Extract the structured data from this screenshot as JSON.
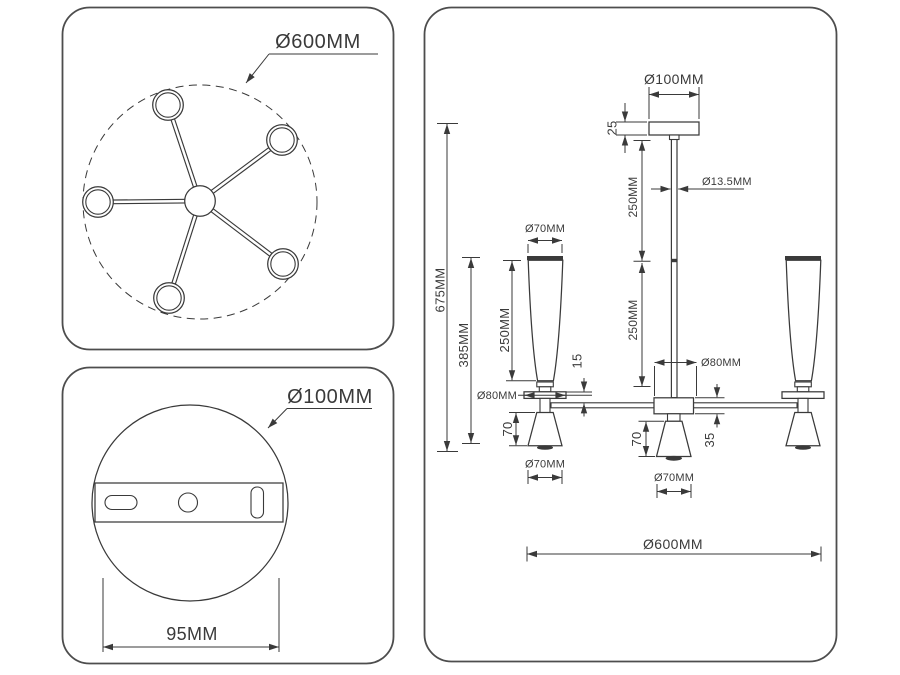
{
  "drawing_title": "Five-arm chandelier dimension drawing",
  "colors": {
    "ink": "#3a3a3a",
    "panel_border": "#4d4d4d",
    "background": "#ffffff"
  },
  "top_view": {
    "diameter_label": "Ø600MM"
  },
  "mount_view": {
    "diameter_label": "Ø100MM",
    "slot_spacing_label": "95MM"
  },
  "side_view": {
    "canopy_diameter": "Ø100MM",
    "canopy_thickness": "25",
    "rod_upper_length": "250MM",
    "rod_diameter": "Ø13.5MM",
    "rod_lower_length": "250MM",
    "total_height": "675MM",
    "body_height": "385MM",
    "shade_height": "250MM",
    "shade_diameter": "Ø70MM",
    "holder_diameter": "Ø80MM",
    "hub_diameter": "Ø80MM",
    "arm_offset": "15",
    "side_cone_height": "70",
    "center_cone_height": "70",
    "hub_height": "35",
    "side_cone_diameter": "Ø70MM",
    "center_cone_diameter": "Ø70MM",
    "overall_diameter": "Ø600MM"
  }
}
